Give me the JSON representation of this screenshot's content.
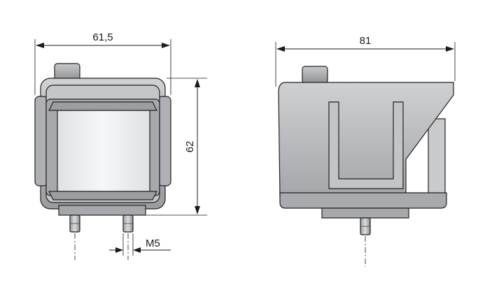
{
  "colors": {
    "body_fill": "#b9babc",
    "body_dark": "#8e9093",
    "body_light": "#d6d7d9",
    "label_fill": "#eef0f1",
    "outline": "#222222",
    "dimension": "#1a1a1a"
  },
  "front_view": {
    "width_label": "61,5",
    "height_label": "62",
    "thread_label": "M5"
  },
  "side_view": {
    "width_label": "81"
  }
}
